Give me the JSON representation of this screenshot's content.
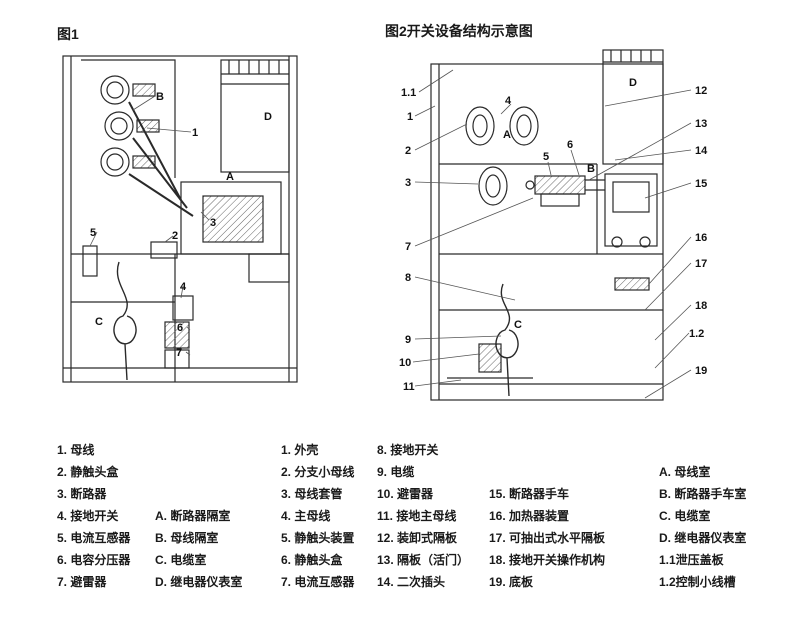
{
  "page": {
    "background": "#ffffff",
    "ink": "#1a1a1a"
  },
  "figure1": {
    "title": "图1",
    "labels": [
      "B",
      "1",
      "D",
      "A",
      "3",
      "2",
      "5",
      "4",
      "C",
      "6",
      "7"
    ]
  },
  "figure2": {
    "title": "图2开关设备结构示意图",
    "left_labels": [
      "1.1",
      "1",
      "2",
      "3",
      "7",
      "8",
      "9",
      "10",
      "11"
    ],
    "center_labels": [
      "4",
      "5",
      "6"
    ],
    "right_labels": [
      "12",
      "13",
      "14",
      "15",
      "16",
      "17",
      "18",
      "1.2",
      "19"
    ],
    "regions": [
      "A",
      "B",
      "C",
      "D"
    ]
  },
  "legend": {
    "col1": [
      "1. 母线",
      "2. 静触头盒",
      "3. 断路器",
      "4. 接地开关",
      "5. 电流互感器",
      "6. 电容分压器",
      "7. 避雷器"
    ],
    "col1_rooms": [
      "A. 断路器隔室",
      "B. 母线隔室",
      "C. 电缆室",
      "D. 继电器仪表室"
    ],
    "col2": [
      "1. 外壳",
      "2. 分支小母线",
      "3. 母线套管",
      "4. 主母线",
      "5. 静触头装置",
      "6. 静触头盒",
      "7. 电流互感器"
    ],
    "col3": [
      "8. 接地开关",
      "9. 电缆",
      "10. 避雷器",
      "11. 接地主母线",
      "12. 装卸式隔板",
      "13. 隔板（活门）",
      "14. 二次插头"
    ],
    "col4": [
      "15. 断路器手车",
      "16. 加热器装置",
      "17. 可抽出式水平隔板",
      "18. 接地开关操作机构",
      "19. 底板"
    ],
    "col5": [
      "A. 母线室",
      "B. 断路器手车室",
      "C. 电缆室",
      "D. 继电器仪表室",
      "1.1泄压盖板",
      "1.2控制小线槽"
    ]
  }
}
